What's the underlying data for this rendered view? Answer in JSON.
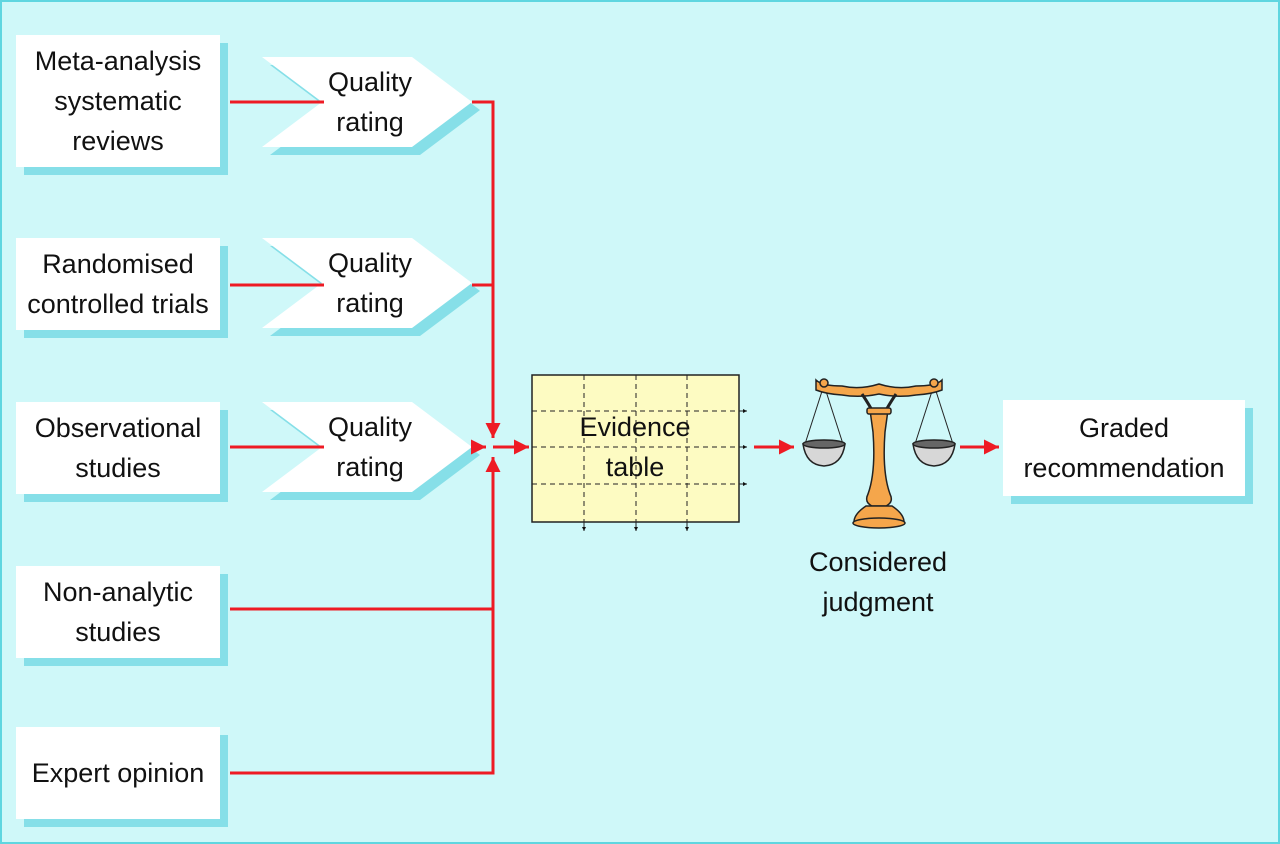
{
  "sources": [
    {
      "label": "Meta-analysis\nsystematic\nreviews"
    },
    {
      "label": "Randomised\ncontrolled trials"
    },
    {
      "label": "Observational\nstudies"
    },
    {
      "label": "Non-analytic\nstudies"
    },
    {
      "label": "Expert opinion"
    }
  ],
  "quality": [
    {
      "label": "Quality\nrating"
    },
    {
      "label": "Quality\nrating"
    },
    {
      "label": "Quality\nrating"
    }
  ],
  "evidence_table": {
    "label": "Evidence\ntable"
  },
  "judgment": {
    "label": "Considered\njudgment"
  },
  "output": {
    "label": "Graded\nrecommendation"
  },
  "colors": {
    "background": "#cff8f9",
    "connector": "#ee1b24",
    "table_fill": "#fdfbc2",
    "scale_fill": "#f5a64b"
  }
}
